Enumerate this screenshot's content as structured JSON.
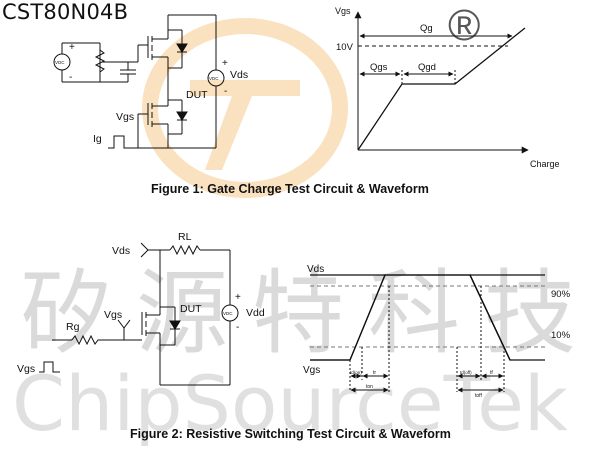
{
  "part_number": "CST80N04B",
  "watermark": {
    "registered_mark": "®",
    "chinese": "矽源特科技",
    "english": "ChipSourceTek",
    "colors": {
      "logo": "#f6c98c",
      "text": "#bdbdbd"
    }
  },
  "figure1": {
    "caption": "Figure 1: Gate Charge Test Circuit & Waveform",
    "circuit": {
      "vdc": "VDC",
      "plus": "+",
      "minus": "-",
      "vds": "Vds",
      "dut": "DUT",
      "vgs": "Vgs",
      "ig": "Ig"
    },
    "waveform": {
      "y_axis": "Vgs",
      "x_axis": "Charge",
      "level": "10V",
      "qg": "Qg",
      "qgs": "Qgs",
      "qgd": "Qgd"
    }
  },
  "figure2": {
    "caption": "Figure 2: Resistive Switching Test Circuit & Waveform",
    "circuit": {
      "vds": "Vds",
      "rl": "RL",
      "dut": "DUT",
      "vgs": "Vgs",
      "rg": "Rg",
      "vdd": "Vdd",
      "vdc": "VDC",
      "plus": "+",
      "minus": "-",
      "vgs_pulse": "Vgs"
    },
    "waveform": {
      "vds": "Vds",
      "vgs": "Vgs",
      "pct90": "90%",
      "pct10": "10%",
      "td_on": "td(on)",
      "tr": "tr",
      "t_on": "ton",
      "td_off": "td(off)",
      "tf": "tf",
      "t_off": "toff"
    }
  }
}
